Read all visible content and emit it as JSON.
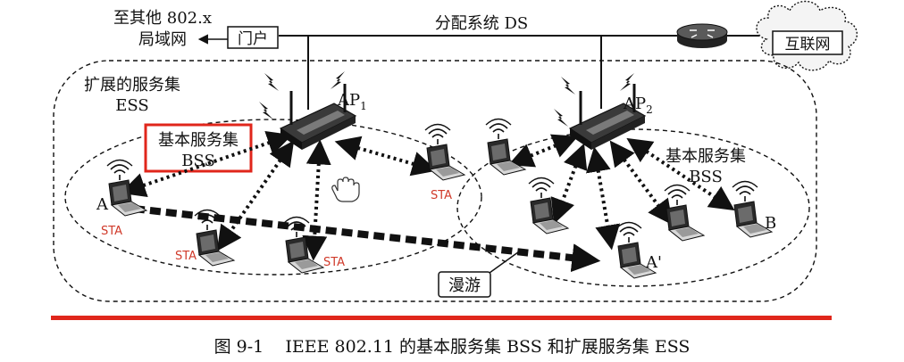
{
  "labels": {
    "other_lan": [
      "至其他 802.x",
      "局域网"
    ],
    "portal": "门户",
    "ds": "分配系统 DS",
    "internet": "互联网",
    "ess": [
      "扩展的服务集",
      "ESS"
    ],
    "ap1": "AP",
    "ap1_sub": "1",
    "ap2": "AP",
    "ap2_sub": "2",
    "bss_left": [
      "基本服务集",
      "BSS"
    ],
    "bss_right": [
      "基本服务集",
      "BSS"
    ],
    "sta": "STA",
    "station_a": "A",
    "station_a_prime": "A'",
    "station_b": "B",
    "roaming": "漫游"
  },
  "caption": "图 9-1    IEEE 802.11 的基本服务集 BSS 和扩展服务集 ESS",
  "colors": {
    "highlight_box": "#e0261b",
    "sta_label": "#d03a2a",
    "divider": "#e0261b",
    "ink": "#111111"
  },
  "icons": [
    "router-icon",
    "internet-cloud-icon",
    "access-point-icon",
    "laptop-station-icon",
    "lightning-signal-icon",
    "hand-cursor-icon"
  ]
}
